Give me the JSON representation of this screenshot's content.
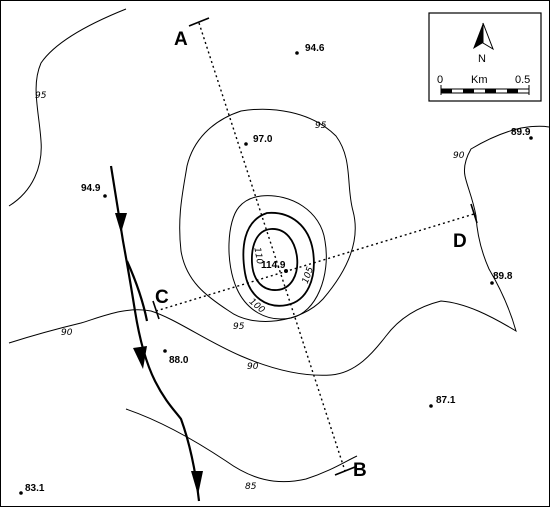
{
  "north_arrow": {
    "label": "N"
  },
  "scale_bar": {
    "start": "0",
    "unit": "Km",
    "end": "0.5"
  },
  "profile_ends": {
    "a": "A",
    "b": "B",
    "c": "C",
    "d": "D"
  },
  "contour_labels": {
    "c95_left": "95",
    "c95_ring": "95",
    "c95_ring_bottom": "95",
    "c100": "100",
    "c105": "105",
    "c110": "110",
    "c90_left": "90",
    "c90_mid": "90",
    "c90_right": "90",
    "c85": "85"
  },
  "spot_heights": {
    "h94_6": "94.6",
    "h97_0": "97.0",
    "h89_9": "89.9",
    "h94_9": "94.9",
    "h114_9": "114.9",
    "h89_8": "89.8",
    "h88_0": "88.0",
    "h87_1": "87.1",
    "h83_1": "83.1"
  },
  "colors": {
    "ink": "#000000",
    "paper": "#ffffff"
  },
  "icons": {
    "north": "north-arrow-icon",
    "drainage": "river-icon"
  }
}
